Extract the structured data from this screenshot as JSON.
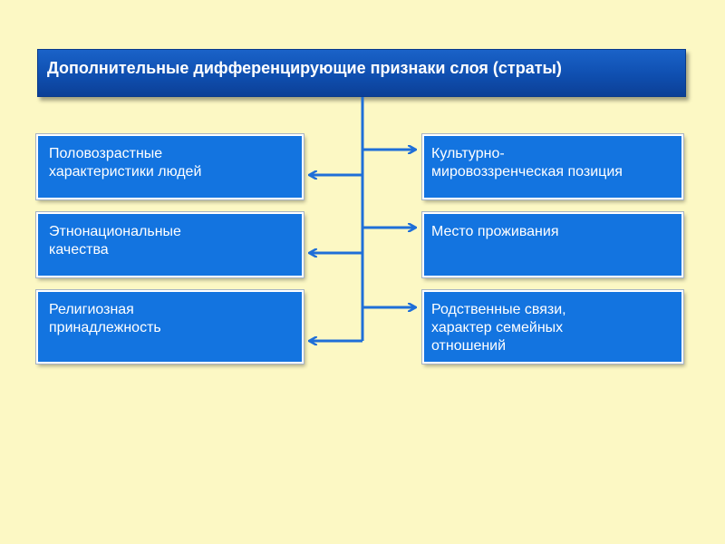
{
  "diagram": {
    "title": "Дополнительные дифференцирующие признаки слоя (страты)",
    "left_items": [
      {
        "label": "Половозрастные\nхарактеристики людей"
      },
      {
        "label": "Этнонациональные\nкачества"
      },
      {
        "label": "Религиозная\nпринадлежность"
      }
    ],
    "right_items": [
      {
        "label": "Культурно-\nмировоззренческая позиция"
      },
      {
        "label": " Место проживания"
      },
      {
        "label": "Родственные связи,\nхарактер семейных\nотношений"
      }
    ],
    "colors": {
      "background": "#fcf8c4",
      "header_fill": "#0f4fb0",
      "node_fill": "#1374e0",
      "connector": "#1f6fd8",
      "text": "#ffffff"
    }
  }
}
